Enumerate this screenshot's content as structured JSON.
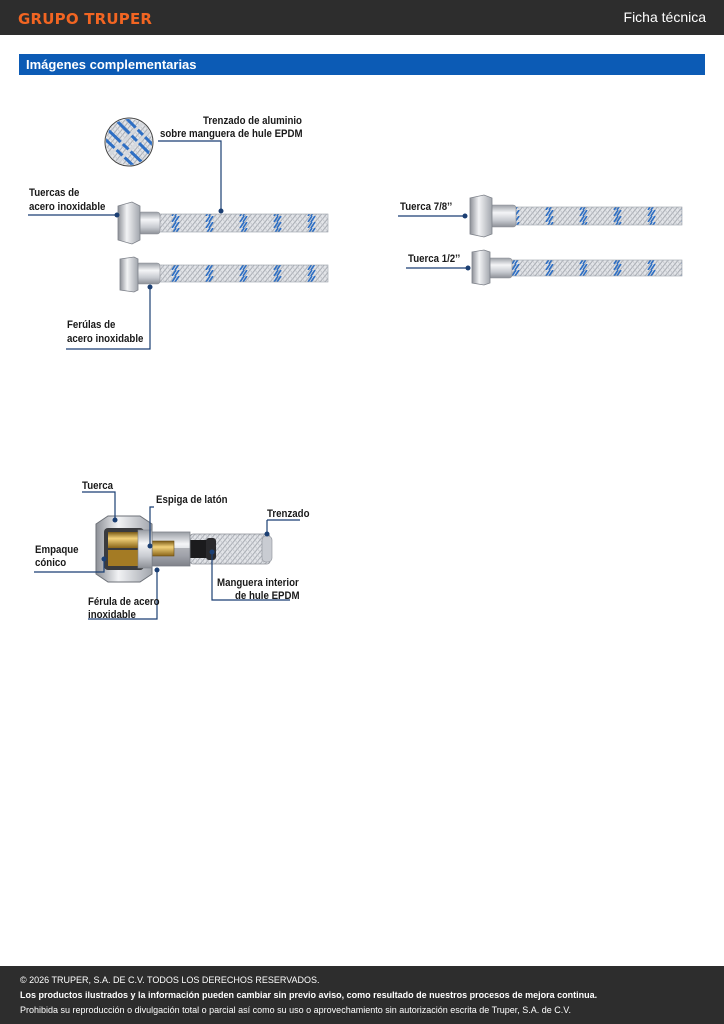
{
  "header": {
    "logo_text": "GRUPO TRUPER",
    "document_type": "Ficha técnica",
    "brand_color": "#f26522"
  },
  "section": {
    "title": "Imágenes complementarias",
    "color": "#0c5bb5"
  },
  "figure_hose": {
    "label_braid_1": "Trenzado de aluminio",
    "label_braid_2": "sobre manguera de hule EPDM",
    "label_nuts_1": "Tuercas de",
    "label_nuts_2": "acero inoxidable",
    "label_ferrules_1": "Ferúlas de",
    "label_ferrules_2": "acero inoxidable"
  },
  "figure_sizes": {
    "label_nut_large": "Tuerca 7/8’’",
    "label_nut_small": "Tuerca 1/2’’"
  },
  "figure_cutaway": {
    "label_nut": "Tuerca",
    "label_spigot": "Espiga de latón",
    "label_braid": "Trenzado",
    "label_gasket_1": "Empaque",
    "label_gasket_2": "cónico",
    "label_inner_hose_1": "Manguera interior",
    "label_inner_hose_2": "de hule EPDM",
    "label_ferrule_1": "Férula de acero",
    "label_ferrule_2": "inoxidable"
  },
  "footer": {
    "copyright": "© 2026 TRUPER, S.A. DE C.V. TODOS LOS DERECHOS RESERVADOS.",
    "notice": "Los productos ilustrados y la información pueden cambiar sin previo aviso, como resultado de nuestros procesos de mejora continua.",
    "prohibition": "Prohibida su reproducción o divulgación total o parcial así como su uso o aprovechamiento sin autorización escrita de Truper, S.A. de C.V."
  }
}
